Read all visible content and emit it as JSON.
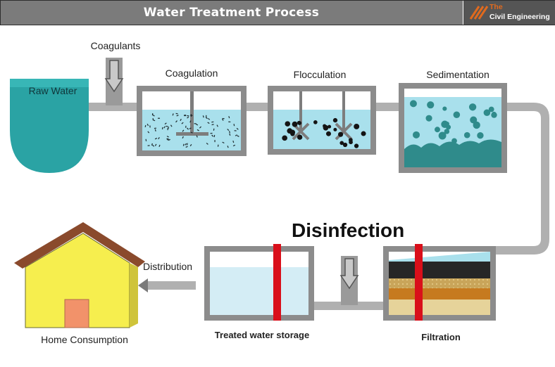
{
  "header": {
    "title": "Water Treatment Process",
    "logo_line1": "The",
    "logo_line2": "Civil Engineering"
  },
  "labels": {
    "coagulants": "Coagulants",
    "raw_water": "Raw Water",
    "coagulation": "Coagulation",
    "flocculation": "Flocculation",
    "sedimentation": "Sedimentation",
    "disinfection": "Disinfection",
    "distribution": "Distribution",
    "home_consumption": "Home Consumption",
    "treated_storage": "Treated water storage",
    "filtration": "Filtration"
  },
  "colors": {
    "banner": "#7b7b7b",
    "pipe": "#b0b0b0",
    "tank_frame": "#8c8c8c",
    "raw_water": "#2aa3a4",
    "tank_water": "#a9e0ec",
    "disinfection_bar": "#d90f1a",
    "house_wall": "#f6ee4e",
    "house_door": "#f2926a",
    "roof": "#8a4a2c"
  }
}
